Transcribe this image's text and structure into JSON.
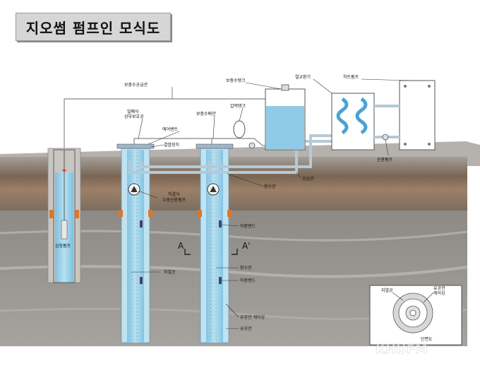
{
  "title": "지오썸 펌프인 모식도",
  "labels": {
    "aux_supply_pipe": "보충수공급관",
    "aux_tank": "보충수탱크",
    "heat_exchanger": "열교환기",
    "heat_pump": "히트펌프",
    "sealed_upper_protection_line1": "밀폐식",
    "sealed_upper_protection_line2": "상부보호공",
    "aux_drain_pipe": "보충수배관",
    "pressure_tank": "압력탱크",
    "air_vent": "에어벤트",
    "coupling_device": "결합장치",
    "circulation_pump": "순환펌프",
    "supply_pipe": "공급관",
    "return_pipe": "환수관",
    "direct_line1": "직결식",
    "direct_line2": "수중순환펌프",
    "weight_band_1": "하중밴드",
    "deep_well_pump": "심정펌프",
    "section_a": "A",
    "section_a_prime": "A'",
    "return_pipe_2": "환수관",
    "geothermal_hole": "지열공",
    "weight_band_2": "하중밴드",
    "casing": "유공관 케이싱",
    "perforated_pipe": "유공관",
    "inset_geothermal_hole": "지열공",
    "inset_casing_line1": "유공관",
    "inset_casing_line2": "케이싱",
    "inset_caption": "단면도"
  },
  "watermark": "KHUFM",
  "colors": {
    "water": "#a9d6ea",
    "pipe": "#5b9fc9",
    "ground_dark": "#6f5a45",
    "rock": "#9a9590",
    "flange": "#d9772e"
  }
}
